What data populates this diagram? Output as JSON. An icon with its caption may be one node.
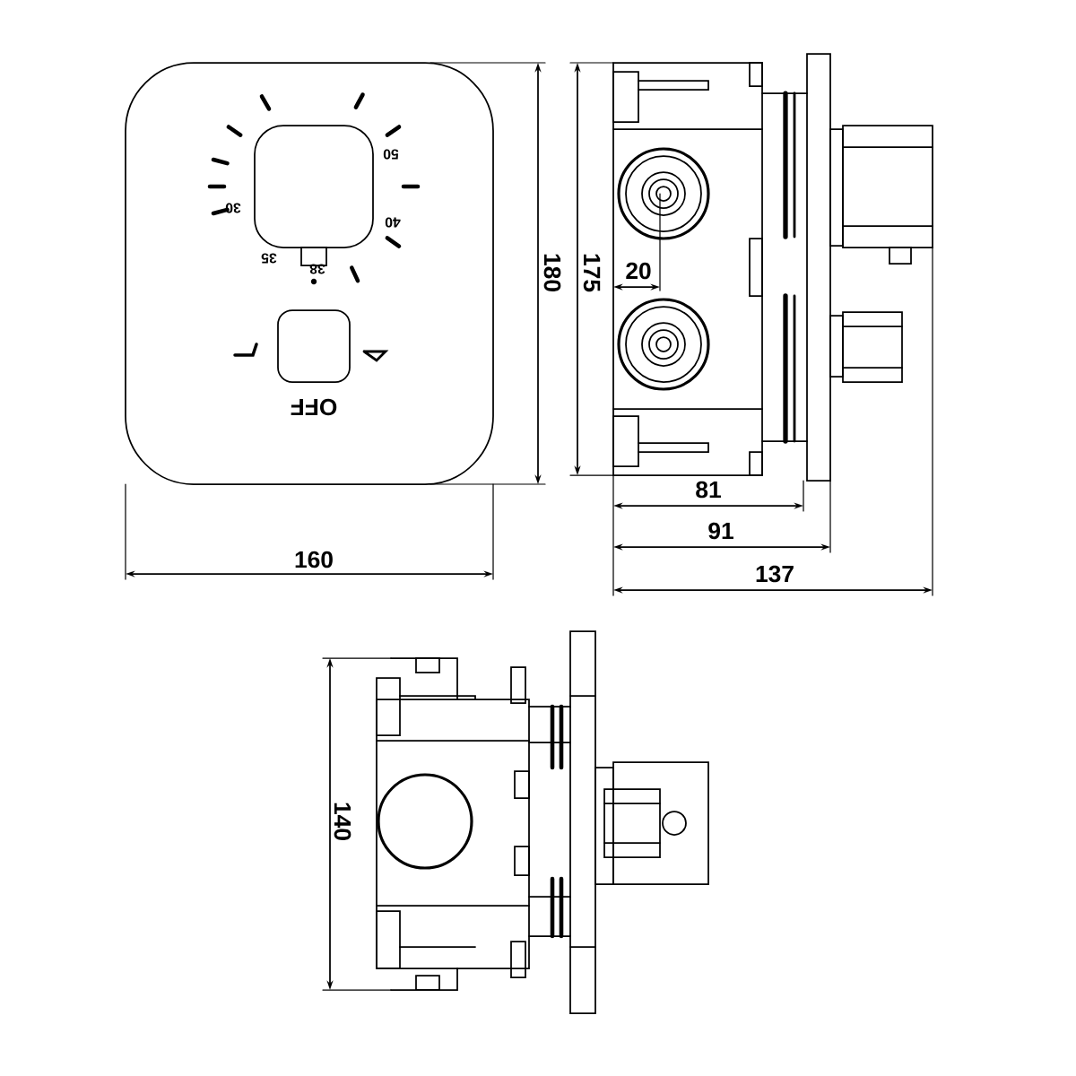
{
  "diagram": {
    "labels": [
      "50",
      "40",
      "30",
      "35",
      "38",
      "OFF",
      "180",
      "175",
      "20",
      "81",
      "91",
      "160",
      "137",
      "140"
    ]
  }
}
